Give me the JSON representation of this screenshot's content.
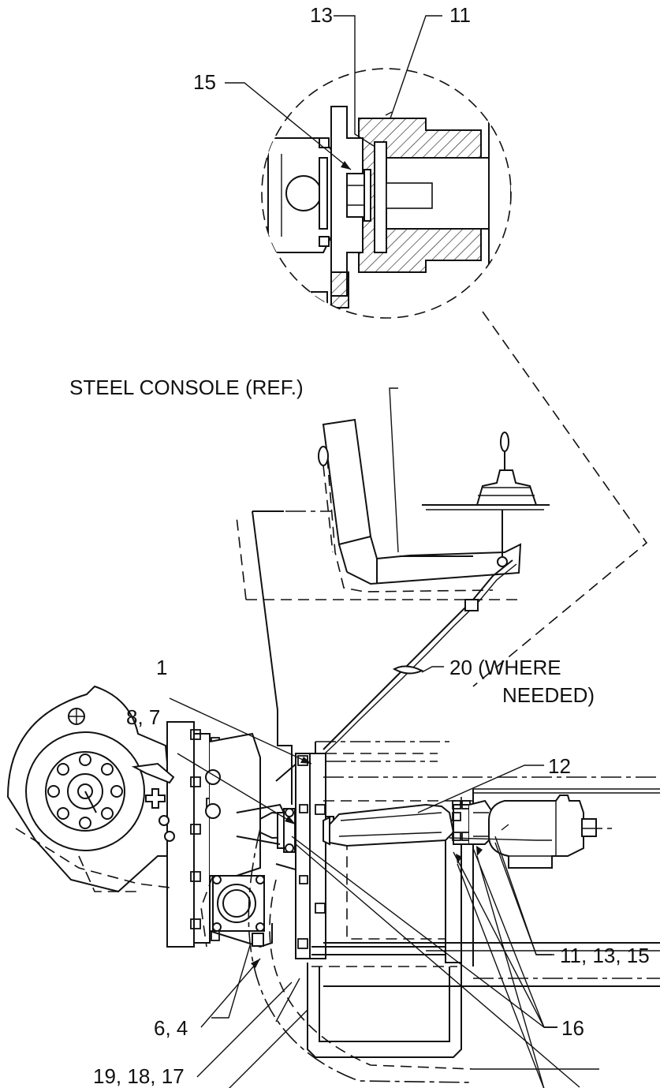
{
  "callouts": {
    "c13": "13",
    "c11": "11",
    "c15": "15",
    "console": "STEEL CONSOLE (REF.)",
    "c20_line1": "20 (WHERE",
    "c20_line2": "NEEDED)",
    "c1": "1",
    "c8_7": "8, 7",
    "c12": "12",
    "c11_13_15": "11, 13, 15",
    "c6_4": "6, 4",
    "c16": "16",
    "c19_18_17": "19, 18, 17"
  }
}
